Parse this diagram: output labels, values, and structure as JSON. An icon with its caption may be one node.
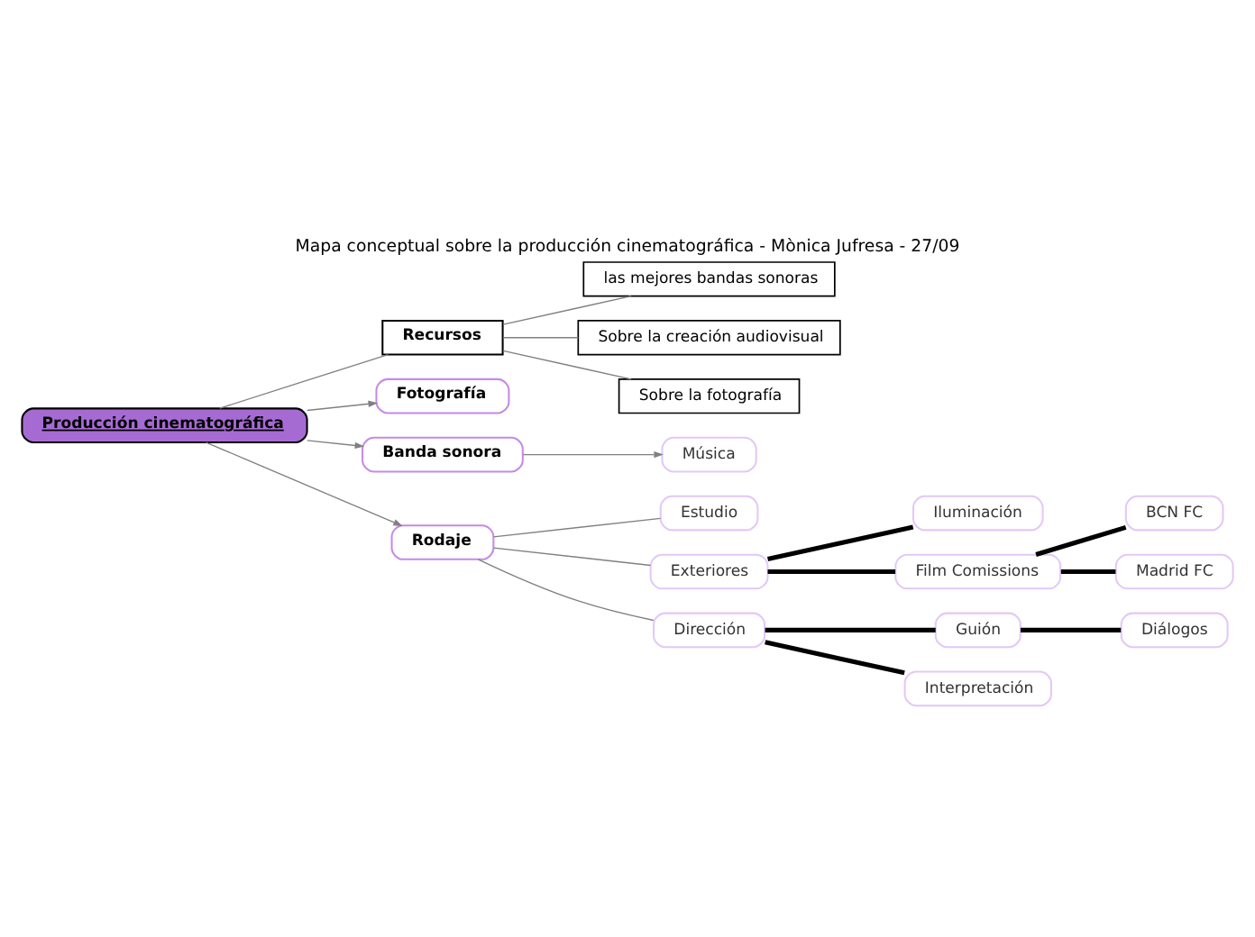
{
  "diagram": {
    "title": "Mapa conceptual sobre la producción cinematográfica - Mònica Jufresa - 27/09",
    "nodes": [
      {
        "text": [
          "Producción cinematográfica"
        ]
      },
      {
        "text": [
          "Recursos"
        ]
      },
      {
        "text": [
          "las mejores bandas sonoras"
        ]
      },
      {
        "text": [
          "Sobre la creación audiovisual"
        ]
      },
      {
        "text": [
          "Sobre la fotografía"
        ]
      },
      {
        "text": [
          "Fotografía"
        ]
      },
      {
        "text": [
          "Banda sonora"
        ]
      },
      {
        "text": [
          "Rodaje"
        ]
      },
      {
        "text": [
          "Música"
        ]
      },
      {
        "text": [
          "Estudio"
        ]
      },
      {
        "text": [
          "Exteriores"
        ]
      },
      {
        "text": [
          "Dirección"
        ]
      },
      {
        "text": [
          "Iluminación"
        ]
      },
      {
        "text": [
          "Film Comissions"
        ]
      },
      {
        "text": [
          "BCN FC"
        ]
      },
      {
        "text": [
          "Madrid FC"
        ]
      },
      {
        "text": [
          "Guión"
        ]
      },
      {
        "text": [
          "Diálogos"
        ]
      },
      {
        "text": [
          "Interpretación"
        ]
      }
    ],
    "edges": [
      {
        "from": 0,
        "to": 1,
        "arrow": "none"
      },
      {
        "from": 1,
        "to": 2,
        "arrow": "none"
      },
      {
        "from": 1,
        "to": 3,
        "arrow": "none"
      },
      {
        "from": 1,
        "to": 4,
        "arrow": "none"
      },
      {
        "from": 0,
        "to": 5,
        "arrow": "to"
      },
      {
        "from": 0,
        "to": 6,
        "arrow": "to"
      },
      {
        "from": 0,
        "to": 7,
        "arrow": "to"
      },
      {
        "from": 6,
        "to": 8,
        "arrow": "to"
      },
      {
        "from": 7,
        "to": 9,
        "arrow": "none"
      },
      {
        "from": 7,
        "to": 10,
        "arrow": "none"
      },
      {
        "from": 7,
        "to": 11,
        "arrow": "none"
      },
      {
        "from": 10,
        "to": 12,
        "arrow": "none",
        "style": "thick",
        "color": "#000000"
      },
      {
        "from": 10,
        "to": 13,
        "arrow": "none",
        "style": "thick",
        "color": "#000000"
      },
      {
        "from": 13,
        "to": 14,
        "arrow": "none",
        "style": "thick",
        "color": "#000000"
      },
      {
        "from": 13,
        "to": 15,
        "arrow": "none",
        "style": "thick",
        "color": "#000000"
      },
      {
        "from": 11,
        "to": 16,
        "arrow": "none",
        "style": "thick",
        "color": "#000000"
      },
      {
        "from": 16,
        "to": 17,
        "arrow": "none",
        "style": "thick",
        "color": "#000000"
      },
      {
        "from": 11,
        "to": 18,
        "arrow": "none",
        "style": "thick",
        "color": "#000000"
      }
    ]
  }
}
